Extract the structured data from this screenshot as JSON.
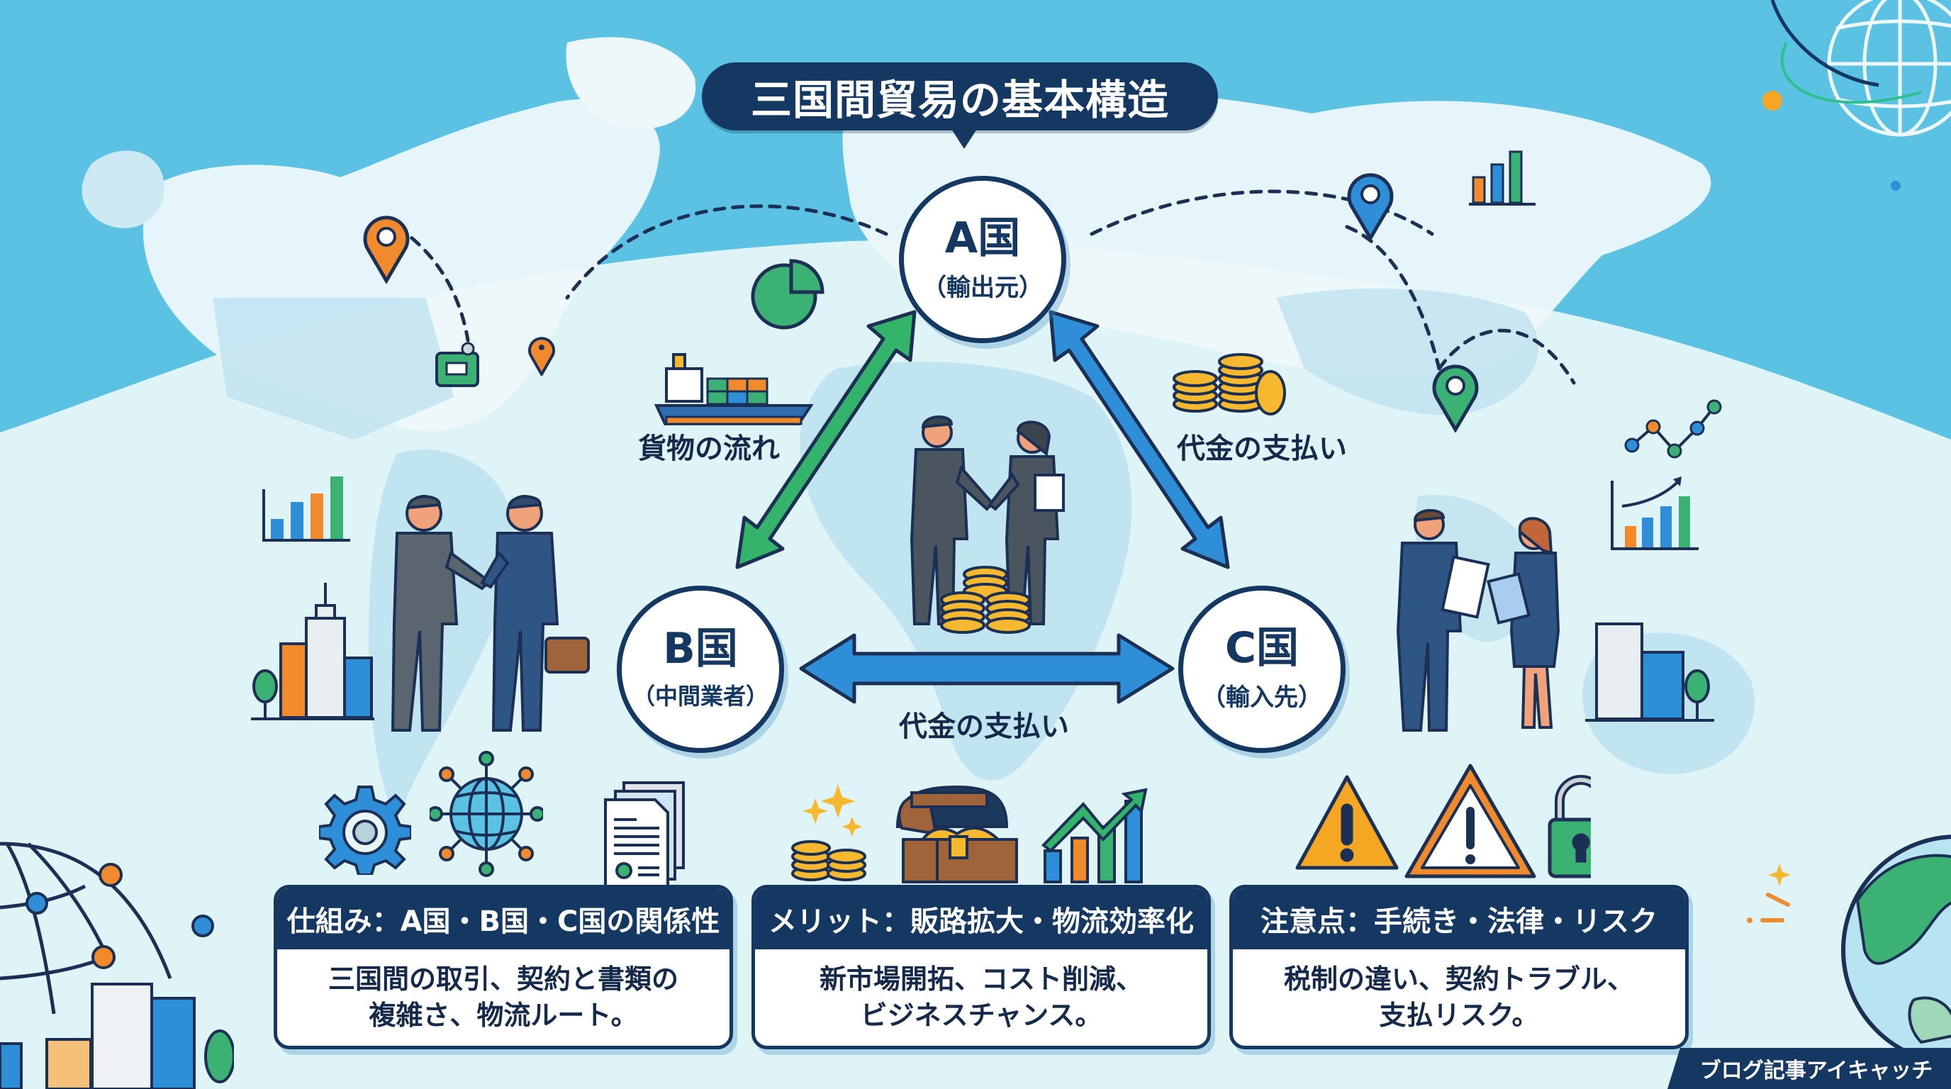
{
  "title": "三国間貿易の基本構造",
  "countries": {
    "a": {
      "name": "A国",
      "role": "（輸出元）"
    },
    "b": {
      "name": "B国",
      "role": "（中間業者）"
    },
    "c": {
      "name": "C国",
      "role": "（輸入先）"
    }
  },
  "flows": {
    "goods": "貨物の流れ",
    "payment_ac": "代金の支払い",
    "payment_bc": "代金の支払い"
  },
  "cards": [
    {
      "heading": "仕組み：A国・B国・C国の関係性",
      "body_line1": "三国間の取引、契約と書類の",
      "body_line2": "複雑さ、物流ルート。"
    },
    {
      "heading": "メリット：販路拡大・物流効率化",
      "body_line1": "新市場開拓、コスト削減、",
      "body_line2": "ビジネスチャンス。"
    },
    {
      "heading": "注意点：手続き・法律・リスク",
      "body_line1": "税制の違い、契約トラブル、",
      "body_line2": "支払リスク。"
    }
  ],
  "footer_tag": "ブログ記事アイキャッチ",
  "colors": {
    "navy": "#143861",
    "ocean": "#5bc2e4",
    "land": "#eef8fb",
    "background": "#dff4f6",
    "green_arrow": "#34b36a",
    "blue_arrow": "#2e8fd8",
    "coin": "#f5b82e",
    "orange": "#f08a2c"
  },
  "icons": [
    "location-pin-icon",
    "pie-chart-icon",
    "cargo-ship-icon",
    "coin-stack-icon",
    "bar-chart-icon",
    "globe-icon",
    "gear-icon",
    "network-globe-icon",
    "documents-icon",
    "treasure-chest-icon",
    "growth-chart-icon",
    "warning-triangle-icon",
    "lock-icon",
    "line-chart-icon",
    "city-buildings-icon"
  ]
}
